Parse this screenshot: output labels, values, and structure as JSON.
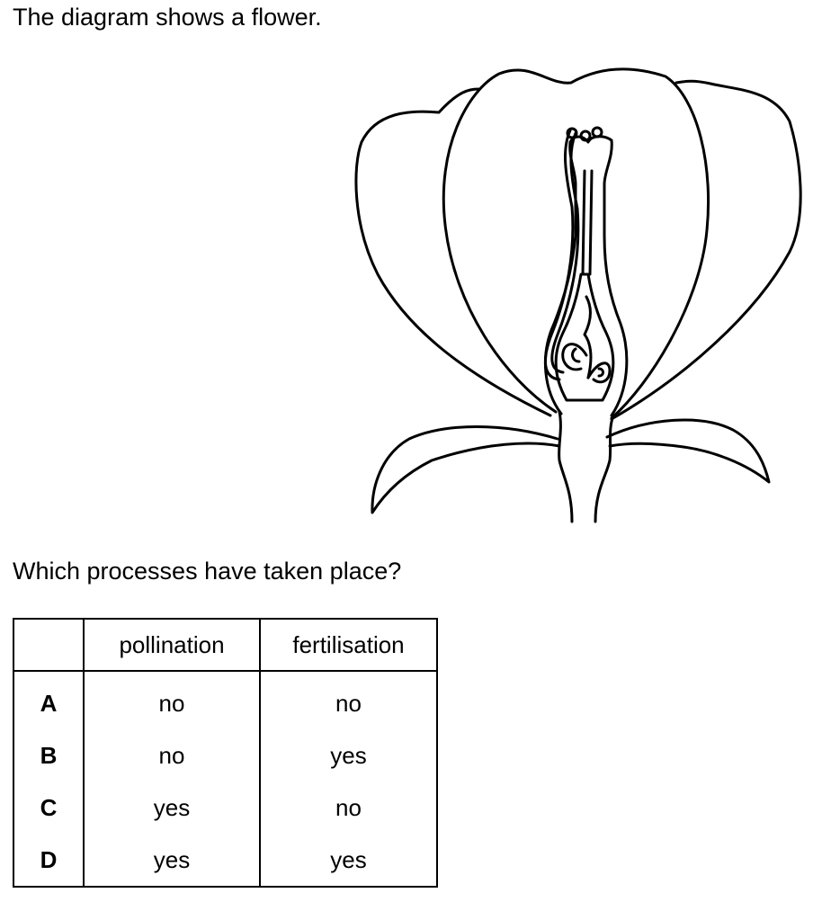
{
  "intro": "The diagram shows a flower.",
  "question": "Which processes have taken place?",
  "table": {
    "headers": [
      "",
      "pollination",
      "fertilisation"
    ],
    "rows": [
      {
        "option": "A",
        "pollination": "no",
        "fertilisation": "no"
      },
      {
        "option": "B",
        "pollination": "no",
        "fertilisation": "yes"
      },
      {
        "option": "C",
        "pollination": "yes",
        "fertilisation": "no"
      },
      {
        "option": "D",
        "pollination": "yes",
        "fertilisation": "yes"
      }
    ]
  }
}
